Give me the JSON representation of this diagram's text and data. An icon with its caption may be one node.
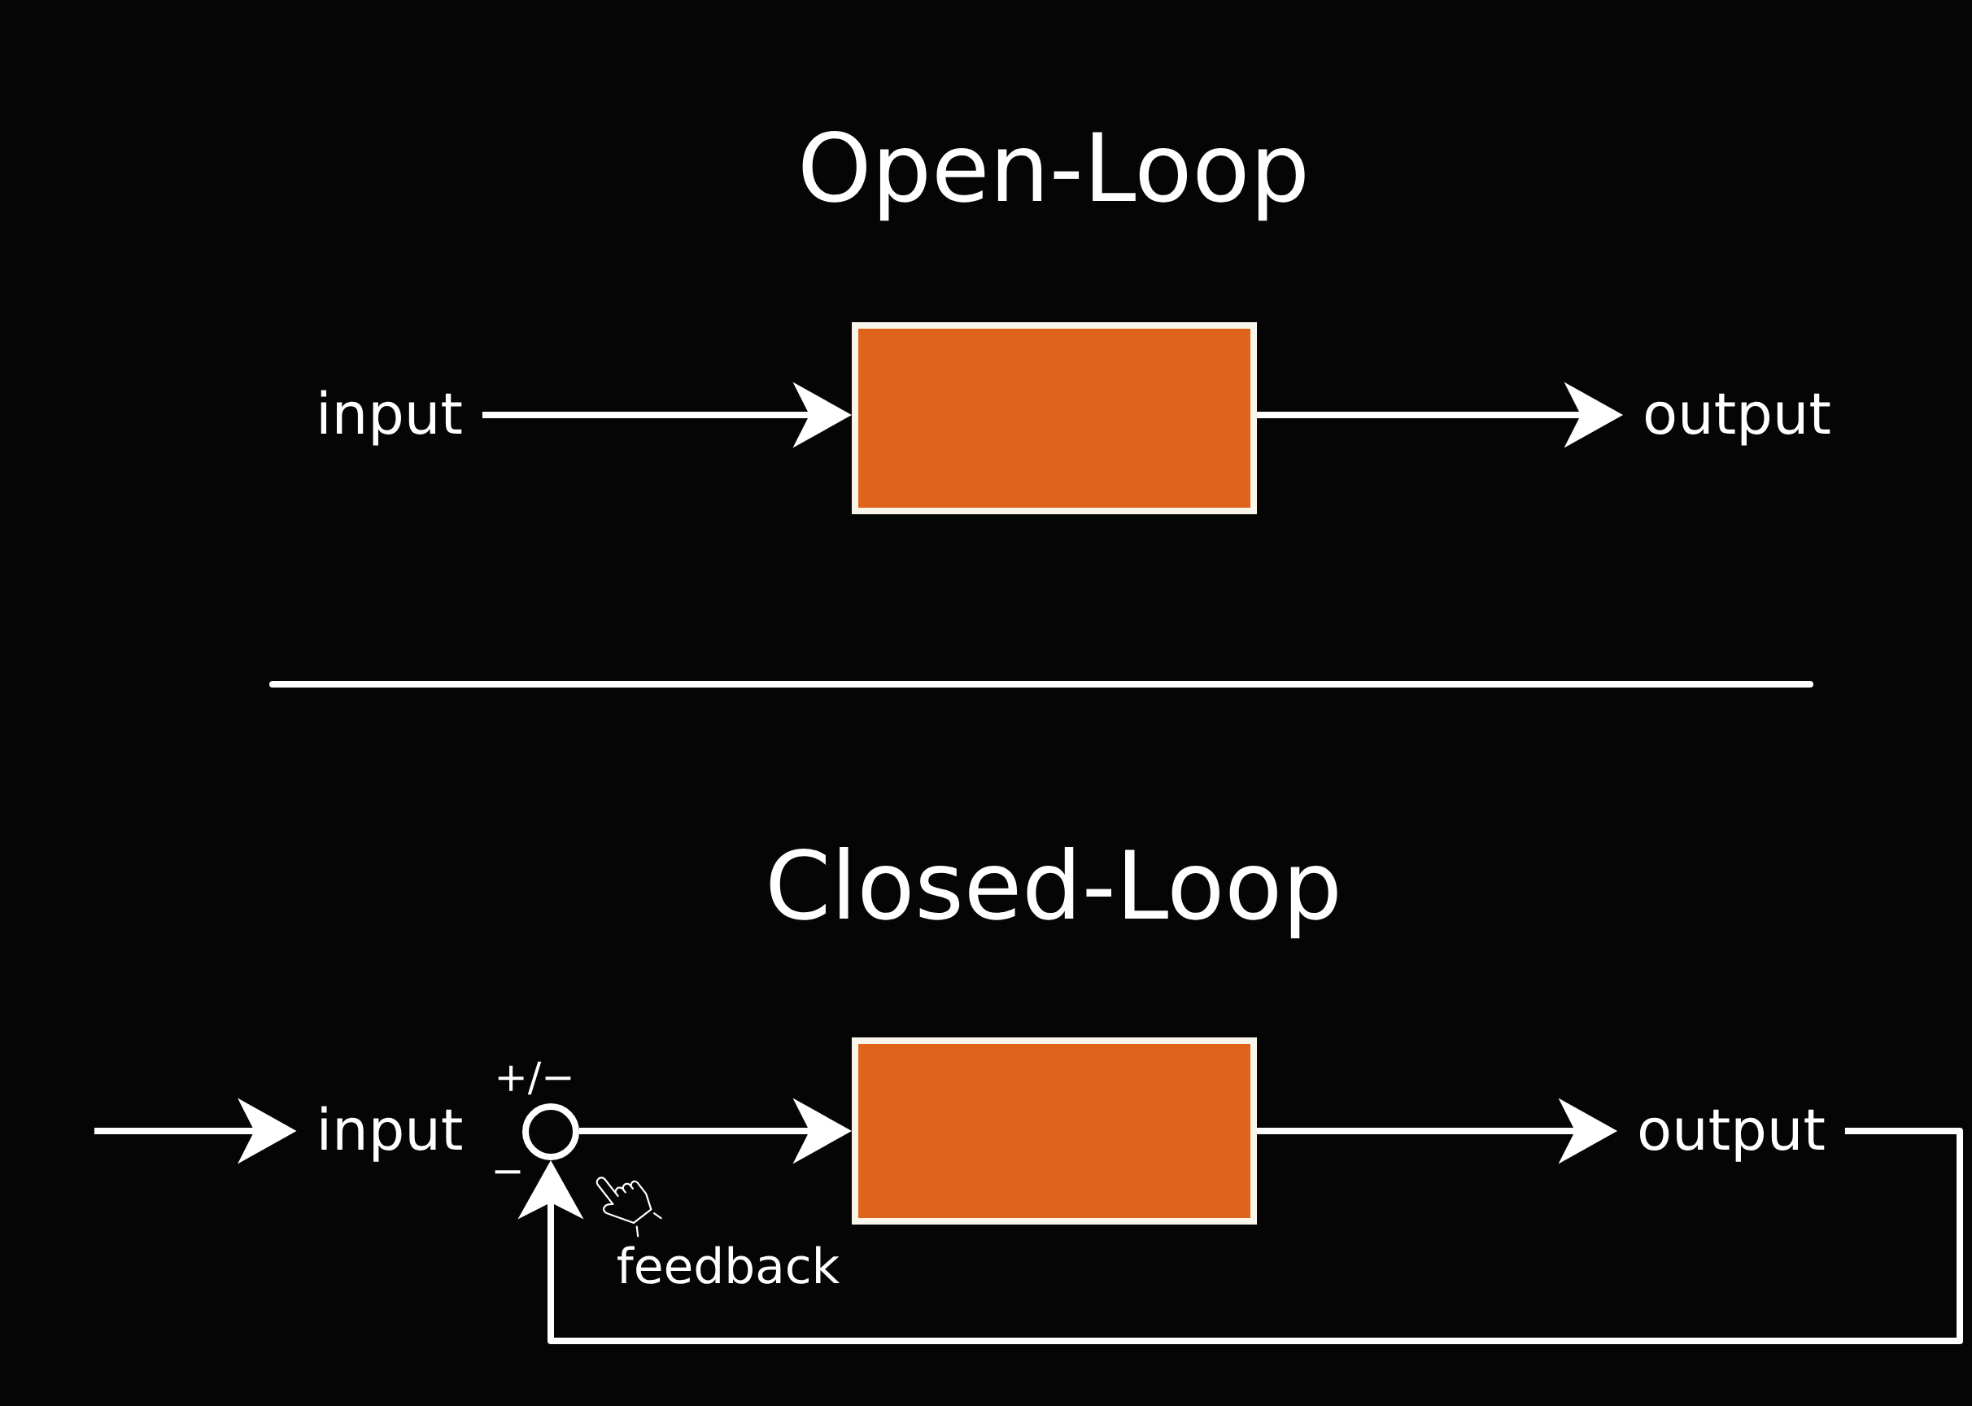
{
  "diagram": {
    "nodes": [
      {
        "text": [
          "input"
        ]
      },
      {
        "text": [],
        "shape": "box"
      },
      {
        "text": [
          "output"
        ]
      },
      {
        "text": [
          "input"
        ]
      },
      {
        "text": [],
        "shape": "circle",
        "beside": [
          "+/−",
          "−"
        ]
      },
      {
        "text": [],
        "shape": "box"
      },
      {
        "text": [
          "output"
        ]
      }
    ],
    "edges": [
      {
        "from": 0,
        "to": 1,
        "arrow": "to"
      },
      {
        "from": 1,
        "to": 2,
        "arrow": "to"
      },
      {
        "from": null,
        "to": 3,
        "arrow": "to"
      },
      {
        "from": 4,
        "to": 5,
        "arrow": "to"
      },
      {
        "from": 5,
        "to": 6,
        "arrow": "to"
      },
      {
        "from": 6,
        "to": 4,
        "arrow": "to",
        "label": "feedback"
      }
    ],
    "labels": [
      "Open-Loop",
      "Closed-Loop"
    ]
  }
}
